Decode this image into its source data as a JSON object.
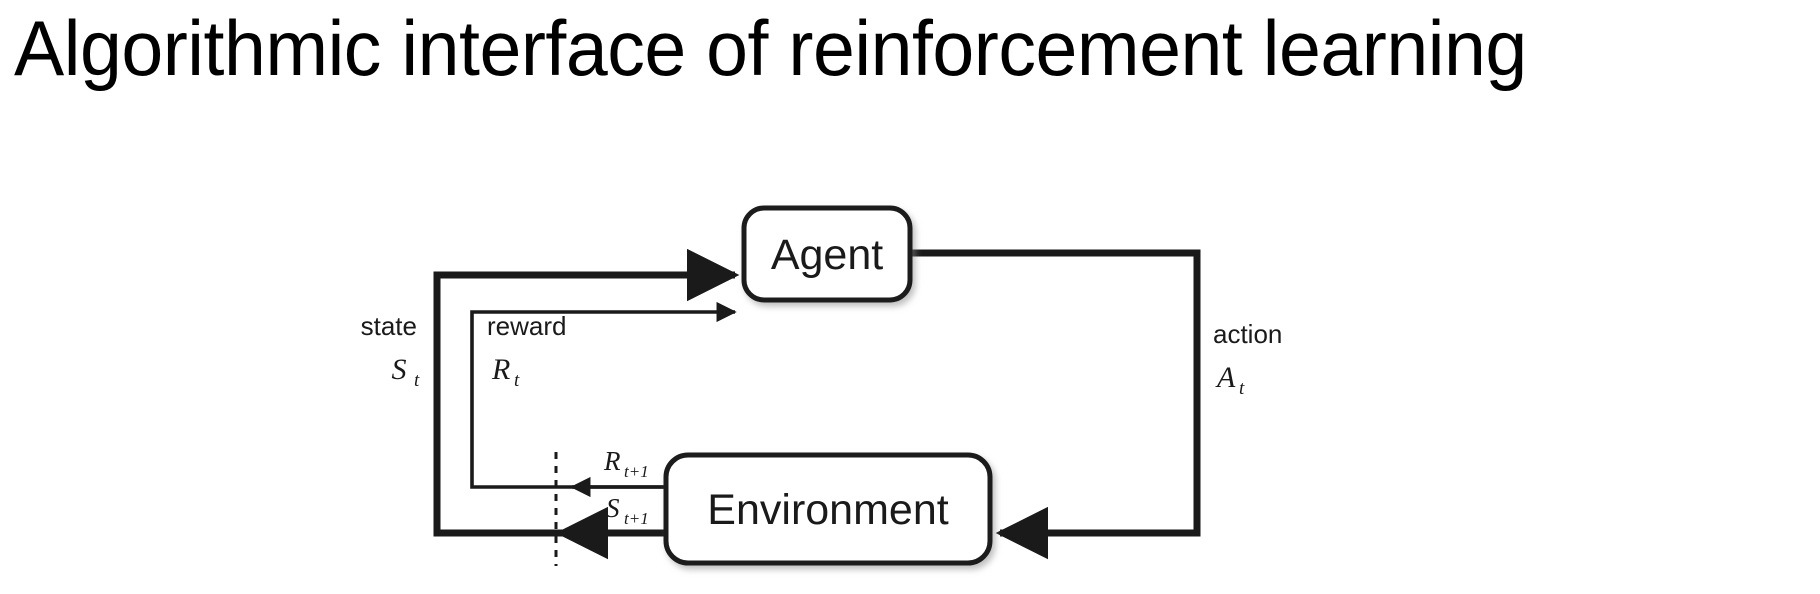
{
  "slide": {
    "title": "Algorithmic interface of reinforcement learning",
    "background_color": "#ffffff",
    "text_color": "#000000"
  },
  "diagram": {
    "type": "agent-environment-interface",
    "stroke_color": "#1a1a1a",
    "fill_color": "#ffffff",
    "nodes": [
      {
        "id": "agent",
        "label": "Agent"
      },
      {
        "id": "environment",
        "label": "Environment"
      }
    ],
    "edges": [
      {
        "id": "state",
        "from": "environment",
        "to": "agent",
        "label_text": "state",
        "symbol_base": "S",
        "symbol_sub": "t",
        "weight": "thick"
      },
      {
        "id": "reward",
        "from": "environment",
        "to": "agent",
        "label_text": "reward",
        "symbol_base": "R",
        "symbol_sub": "t",
        "weight": "thin"
      },
      {
        "id": "action",
        "from": "agent",
        "to": "environment",
        "label_text": "action",
        "symbol_base": "A",
        "symbol_sub": "t",
        "weight": "thick"
      }
    ],
    "next_step_labels": [
      {
        "id": "reward-next",
        "symbol_base": "R",
        "symbol_sub": "t+1"
      },
      {
        "id": "state-next",
        "symbol_base": "S",
        "symbol_sub": "t+1"
      }
    ],
    "time_boundary": {
      "id": "time-step-divider",
      "style": "dashed"
    }
  }
}
